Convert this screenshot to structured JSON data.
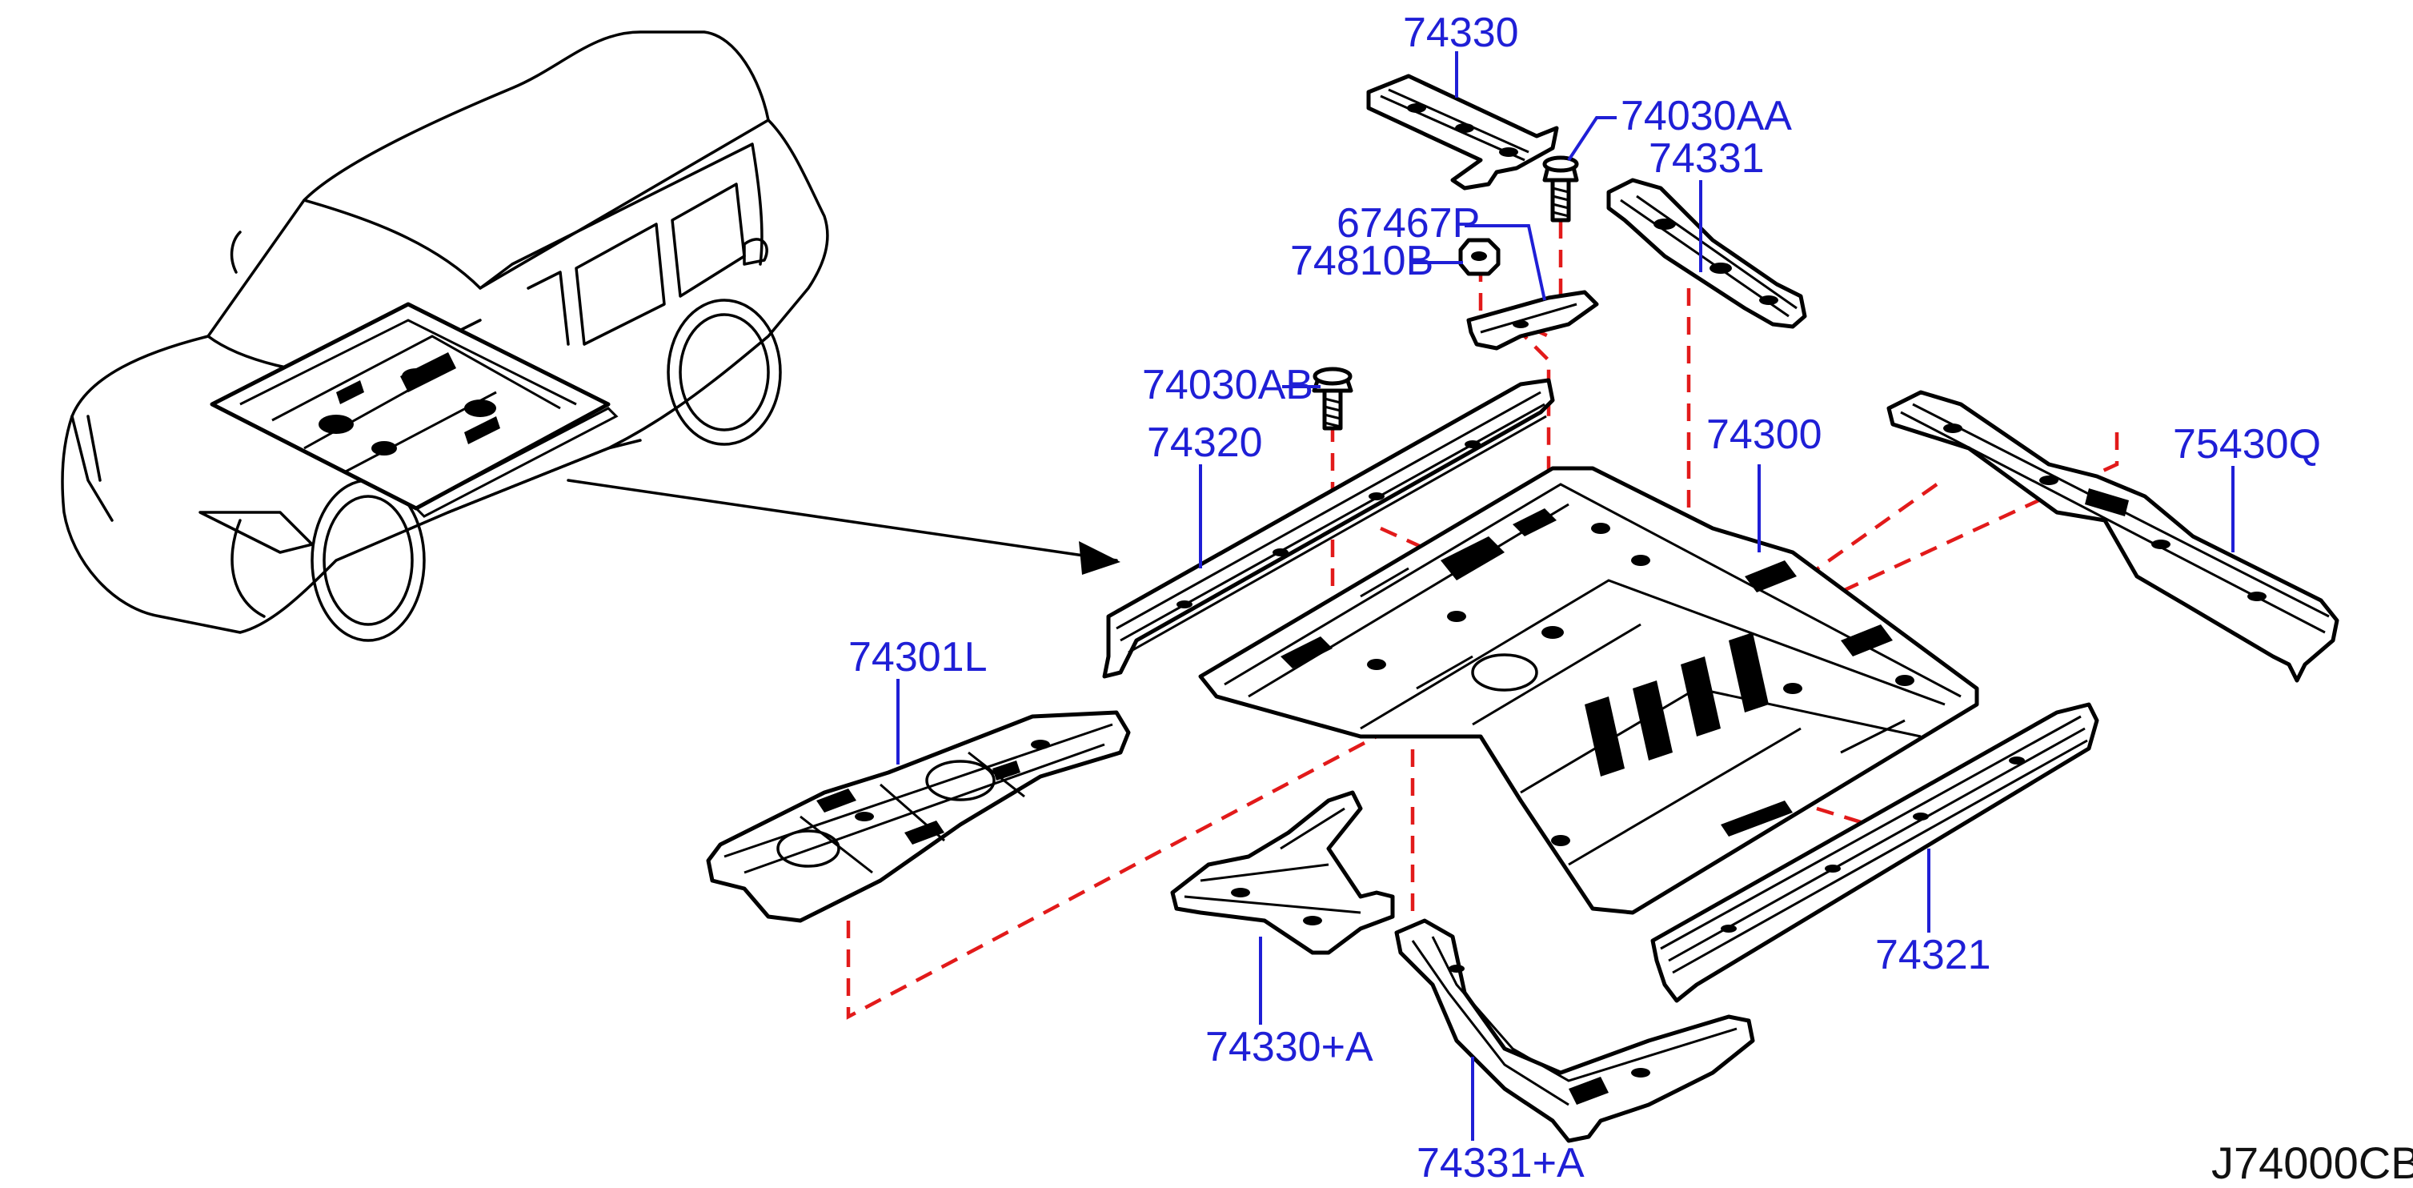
{
  "diagram": {
    "reference_code": "J74000CB",
    "colors": {
      "label": "#1f1fd6",
      "leader": "#1f1fd6",
      "hidden_line": "#e21a1a",
      "outline": "#000000"
    },
    "parts": [
      {
        "id": "74330",
        "label": "74330"
      },
      {
        "id": "74030AA",
        "label": "74030AA"
      },
      {
        "id": "74331",
        "label": "74331"
      },
      {
        "id": "67467P",
        "label": "67467P"
      },
      {
        "id": "74810B",
        "label": "74810B"
      },
      {
        "id": "74030AB",
        "label": "74030AB"
      },
      {
        "id": "74320",
        "label": "74320"
      },
      {
        "id": "74300",
        "label": "74300"
      },
      {
        "id": "75430Q",
        "label": "75430Q"
      },
      {
        "id": "74301L",
        "label": "74301L"
      },
      {
        "id": "74321",
        "label": "74321"
      },
      {
        "id": "74330A",
        "label": "74330+A"
      },
      {
        "id": "74331A",
        "label": "74331+A"
      }
    ]
  }
}
